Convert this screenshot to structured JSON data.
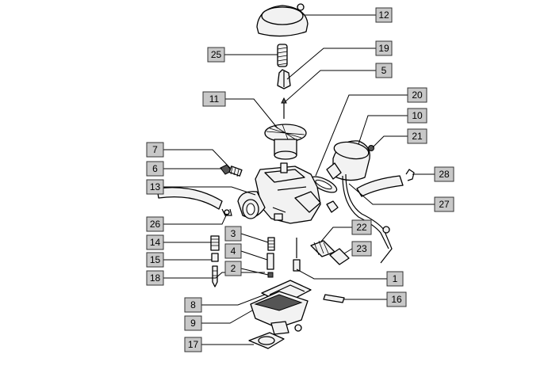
{
  "diagram": {
    "callouts": [
      "12",
      "25",
      "19",
      "5",
      "11",
      "20",
      "10",
      "21",
      "7",
      "6",
      "13",
      "28",
      "27",
      "26",
      "3",
      "22",
      "14",
      "4",
      "23",
      "15",
      "2",
      "18",
      "1",
      "8",
      "16",
      "9",
      "17"
    ]
  }
}
